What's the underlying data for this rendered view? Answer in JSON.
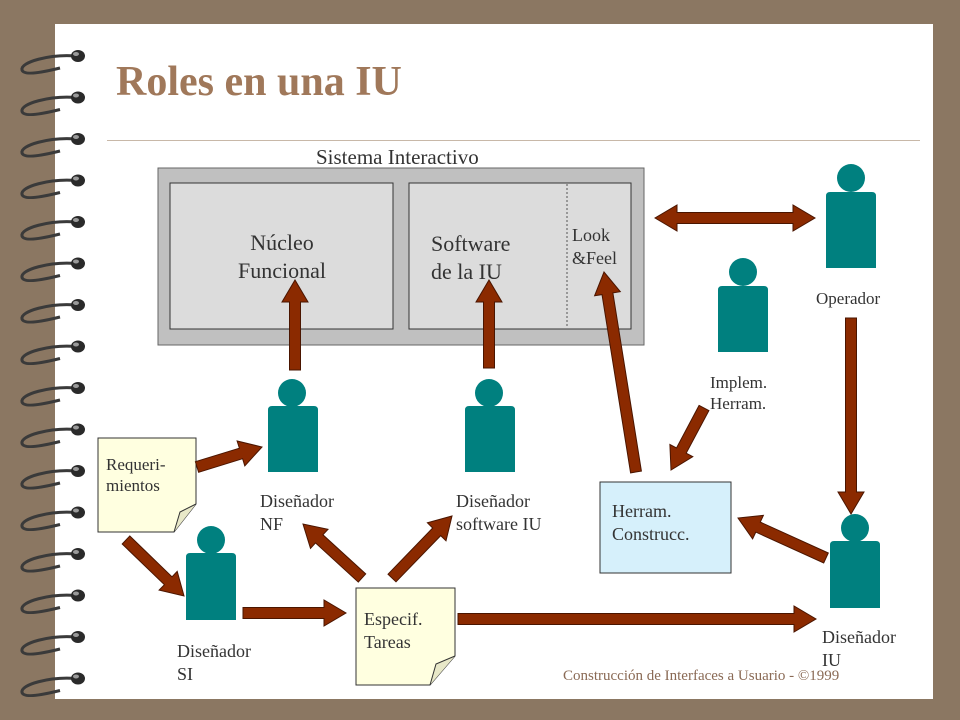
{
  "title": "Roles en una IU",
  "system_label": "Sistema Interactivo",
  "boxes": {
    "nucleo": [
      "Núcleo",
      "Funcional"
    ],
    "software": [
      "Software",
      "de la IU"
    ],
    "look": [
      "Look",
      "&Feel"
    ]
  },
  "actors": {
    "operador": "Operador",
    "implem": [
      "Implem.",
      "Herram."
    ],
    "disenador_nf": [
      "Diseñador",
      "NF"
    ],
    "disenador_sw": [
      "Diseñador",
      "software IU"
    ],
    "disenador_si": [
      "Diseñador",
      "SI"
    ],
    "disenador_iu": [
      "Diseñador",
      "IU"
    ]
  },
  "notes": {
    "requerimientos": [
      "Requeri-",
      "mientos"
    ],
    "especif": [
      "Especif.",
      "Tareas"
    ],
    "herram": [
      "Herram.",
      "Construcc."
    ]
  },
  "footer": "Construcción de Interfaces a Usuario - ©1999",
  "colors": {
    "background": "#8b7762",
    "title": "#a0785a",
    "person": "#00807f",
    "arrow": "#8b2a00",
    "note": "#ffffe0",
    "tool_box": "#d6f0fb",
    "system_frame": "#c0c0c0",
    "system_inner": "#dcdcdc"
  }
}
